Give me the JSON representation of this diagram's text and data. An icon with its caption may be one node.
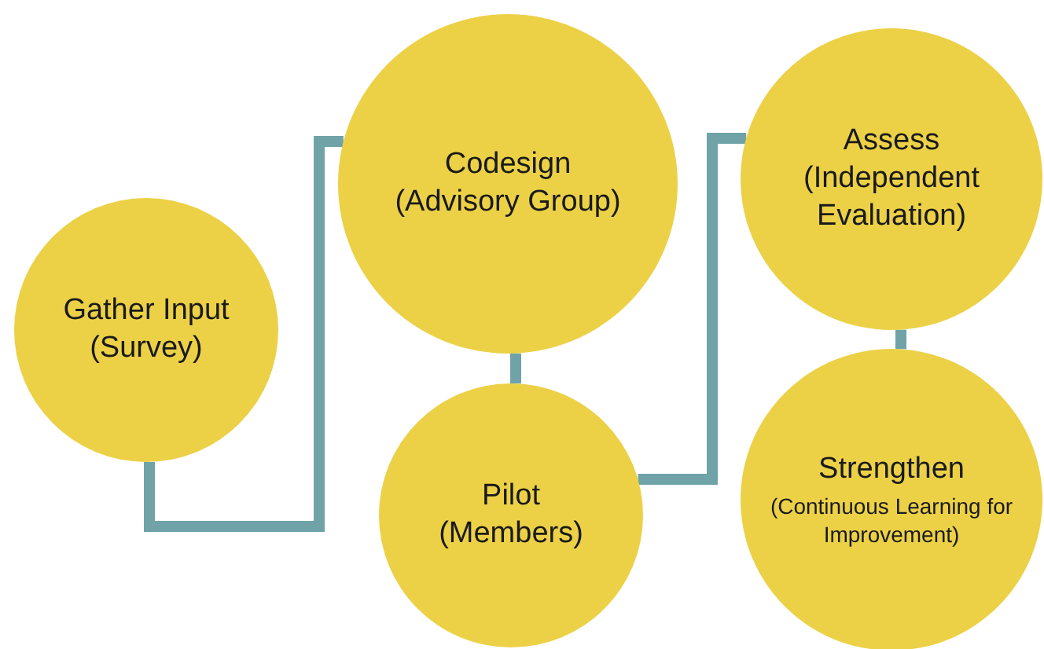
{
  "diagram": {
    "nodes": [
      {
        "text": [
          "Gather Input",
          "(Survey)"
        ]
      },
      {
        "text": [
          "Codesign",
          "(Advisory Group)"
        ]
      },
      {
        "text": [
          "Pilot",
          "(Members)"
        ]
      },
      {
        "text": [
          "Assess",
          "(Independent Evaluation)"
        ]
      },
      {
        "text": [
          "Strengthen",
          "(Continuous Learning for Improvement)"
        ]
      }
    ],
    "edges": [
      {
        "from": 0,
        "to": 1,
        "arrow": "none"
      },
      {
        "from": 1,
        "to": 2,
        "arrow": "none"
      },
      {
        "from": 2,
        "to": 3,
        "arrow": "none"
      },
      {
        "from": 3,
        "to": 4,
        "arrow": "none"
      }
    ]
  }
}
